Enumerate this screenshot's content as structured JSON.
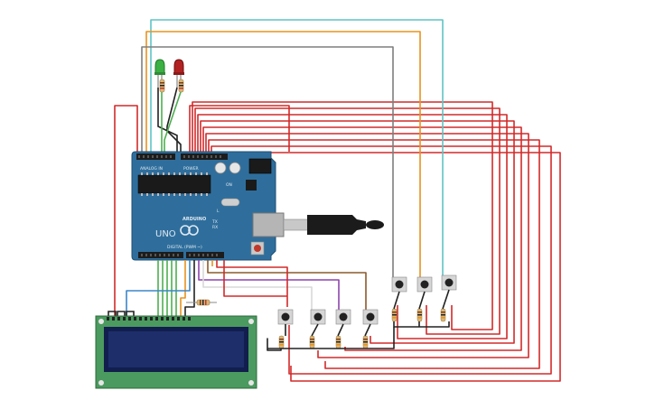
{
  "board": {
    "brand": "ARDUINO",
    "model": "UNO",
    "header_digital": "DIGITAL (PWM ~)",
    "header_power": "POWER",
    "header_analog": "ANALOG IN",
    "label_tx": "TX",
    "label_rx": "RX",
    "label_l": "L",
    "label_on": "ON"
  },
  "colors": {
    "wire_red": "#d22a2a",
    "wire_orange": "#e8931f",
    "wire_teal": "#5fc4c4",
    "wire_gray": "#7f7f7f",
    "wire_black": "#222222",
    "wire_green": "#4caf50",
    "wire_blue": "#3a86c8",
    "wire_purple": "#8e44ad",
    "wire_brown": "#8b5a2b",
    "wire_white": "#d8d8d8",
    "board": "#2f6e9c",
    "lcd_frame": "#4b9a5f",
    "lcd_screen": "#1d2e6b",
    "led_green": "#3cb043",
    "led_red": "#b22222"
  },
  "components": {
    "leds": [
      "led-green",
      "led-red"
    ],
    "pushbuttons_lower": 4,
    "pushbuttons_upper": 3,
    "lcd": "16x2 LCD"
  }
}
